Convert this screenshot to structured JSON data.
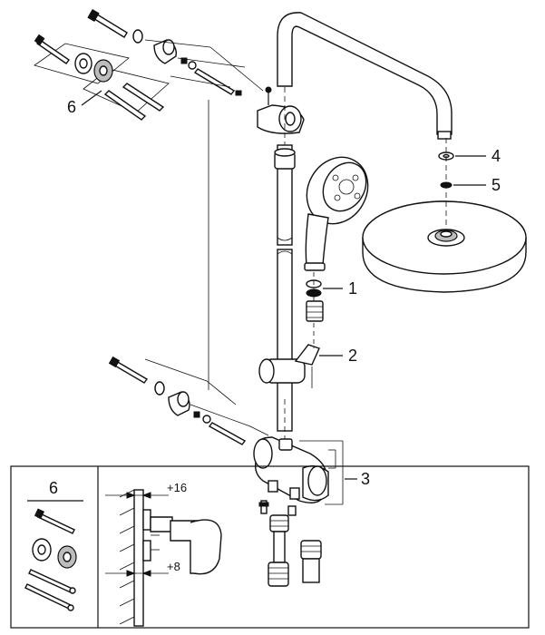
{
  "callouts": [
    {
      "id": "1",
      "text": "1"
    },
    {
      "id": "2",
      "text": "2"
    },
    {
      "id": "3",
      "text": "3"
    },
    {
      "id": "4",
      "text": "4"
    },
    {
      "id": "5",
      "text": "5"
    },
    {
      "id": "6",
      "text": "6"
    }
  ],
  "inset": {
    "heading": "6",
    "dim_top": "+16",
    "dim_bottom": "+8"
  }
}
